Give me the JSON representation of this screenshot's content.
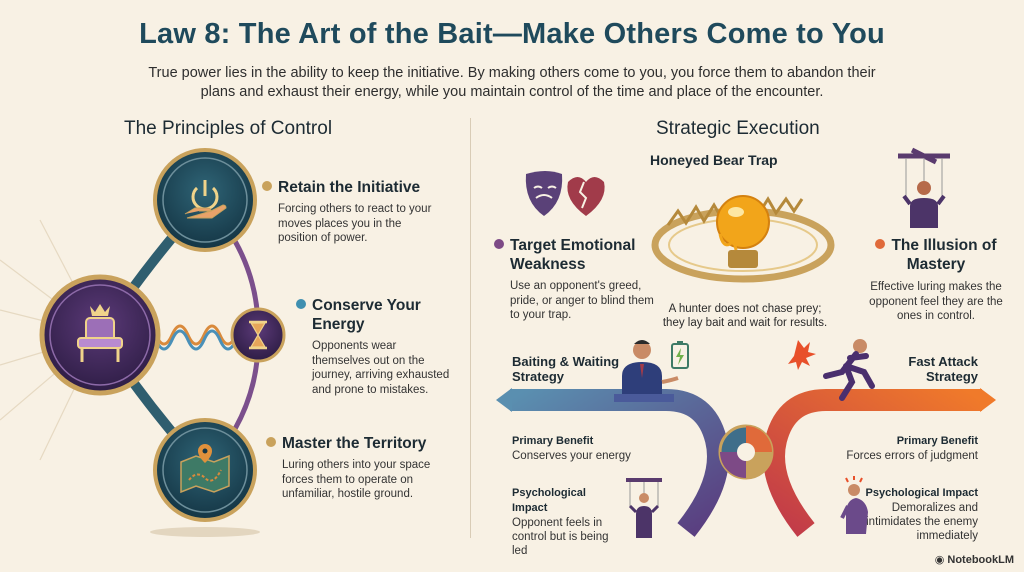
{
  "header": {
    "title": "Law 8: The Art of the Bait—Make Others Come to You",
    "intro": "True power lies in the ability to keep the initiative. By making others come to you, you force them to abandon their plans and exhaust their energy, while you maintain control of the time and place of the encounter."
  },
  "left": {
    "heading": "The Principles of Control",
    "principles": [
      {
        "title": "Retain the Initiative",
        "desc": "Forcing others to react to your moves places you in the position of power.",
        "color": "#c9a25c"
      },
      {
        "title": "Conserve Your Energy",
        "desc": "Opponents wear themselves out on the journey, arriving exhausted and prone to mistakes.",
        "color": "#3f8fb0"
      },
      {
        "title": "Master the Territory",
        "desc": "Luring others into your space forces them to operate on unfamiliar, hostile ground.",
        "color": "#c9a25c"
      }
    ]
  },
  "right": {
    "heading": "Strategic Execution",
    "trap_label": "Honeyed Bear Trap",
    "trap_caption": "A hunter does not chase prey; they lay bait and wait for results.",
    "emotional": {
      "title": "Target Emotional Weakness",
      "desc": "Use an opponent's greed, pride, or anger to blind them to your trap.",
      "color": "#7d4a86"
    },
    "illusion": {
      "title": "The Illusion of Mastery",
      "desc": "Effective luring makes the opponent feel they are the ones in control.",
      "color": "#e06a3a"
    },
    "baiting": {
      "title": "Baiting & Waiting Strategy",
      "benefit_label": "Primary Benefit",
      "benefit": "Conserves your energy",
      "impact_label": "Psychological Impact",
      "impact": "Opponent feels in control but is being led"
    },
    "attack": {
      "title": "Fast Attack Strategy",
      "benefit_label": "Primary Benefit",
      "benefit": "Forces errors of judgment",
      "impact_label": "Psychological Impact",
      "impact": "Demoralizes and intimidates the enemy immediately"
    }
  },
  "footer": {
    "brand": "NotebookLM"
  },
  "colors": {
    "navy": "#1f4a5c",
    "gold": "#c9a25c",
    "purple": "#7d4a86",
    "orange": "#e06a3a",
    "teal": "#3f8fb0"
  }
}
